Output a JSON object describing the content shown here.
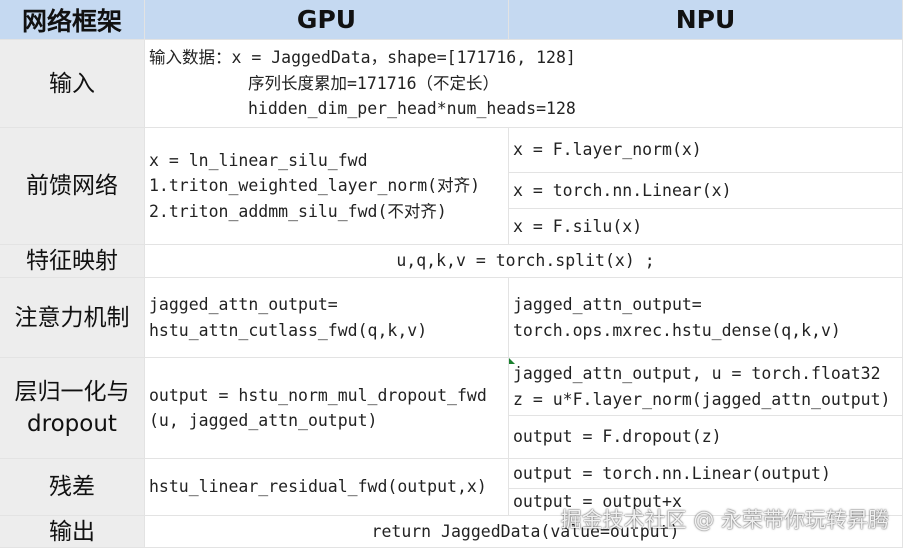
{
  "header": {
    "framework": "网络框架",
    "gpu": "GPU",
    "npu": "NPU"
  },
  "rows": {
    "input": {
      "label": "输入",
      "lines": [
        "输入数据：x = JaggedData，shape=[171716, 128]",
        "序列长度累加=171716（不定长）",
        "hidden_dim_per_head*num_heads=128"
      ]
    },
    "ffn": {
      "label": "前馈网络",
      "gpu": [
        "x = ln_linear_silu_fwd",
        "1.triton_weighted_layer_norm(对齐)",
        "2.triton_addmm_silu_fwd(不对齐)"
      ],
      "npu": [
        "x = F.layer_norm(x)",
        "x = torch.nn.Linear(x)",
        "x = F.silu(x)"
      ]
    },
    "feature": {
      "label": "特征映射",
      "text": "u,q,k,v = torch.split(x) ;"
    },
    "attention": {
      "label": "注意力机制",
      "gpu": [
        "jagged_attn_output=",
        "hstu_attn_cutlass_fwd(q,k,v)"
      ],
      "npu": [
        "jagged_attn_output=",
        "torch.ops.mxrec.hstu_dense(q,k,v)"
      ]
    },
    "norm": {
      "label1": "层归一化与",
      "label2": "dropout",
      "gpu": [
        "output = hstu_norm_mul_dropout_fwd",
        "(u, jagged_attn_output)"
      ],
      "npu_top": [
        "jagged_attn_output, u = torch.float32",
        "z = u*F.layer_norm(jagged_attn_output)"
      ],
      "npu_bottom": "output = F.dropout(z)"
    },
    "residual": {
      "label": "残差",
      "gpu": "hstu_linear_residual_fwd(output,x)",
      "npu": [
        "output = torch.nn.Linear(output)",
        "output = output+x"
      ]
    },
    "output": {
      "label": "输出",
      "text": "return JaggedData(value=output)"
    }
  },
  "watermark": "掘金技术社区 @ 永荣带你玩转昇腾"
}
